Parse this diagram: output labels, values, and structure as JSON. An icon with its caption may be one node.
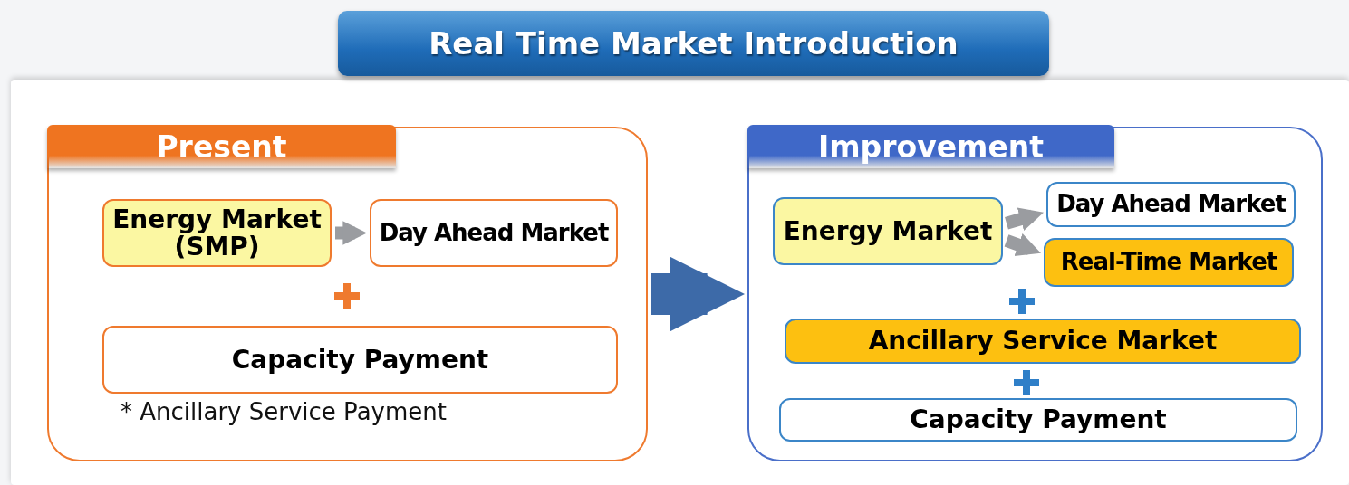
{
  "diagram": {
    "title": "Real Time Market Introduction",
    "nodes": [
      {
        "text": [
          "Present"
        ]
      },
      {
        "text": [
          "Energy Market (SMP)"
        ],
        "in": 0
      },
      {
        "text": [
          "Day Ahead Market"
        ],
        "in": 0
      },
      {
        "text": [
          "Capacity Payment"
        ],
        "in": 0
      },
      {
        "text": [
          "Improvement"
        ]
      },
      {
        "text": [
          "Energy Market"
        ],
        "in": 4
      },
      {
        "text": [
          "Day Ahead Market"
        ],
        "in": 4
      },
      {
        "text": [
          "Real-Time Market"
        ],
        "in": 4
      },
      {
        "text": [
          "Ancillary Service Market"
        ],
        "in": 4
      },
      {
        "text": [
          "Capacity Payment"
        ],
        "in": 4
      }
    ],
    "edges": [
      {
        "from": 1,
        "to": 2,
        "arrow": "to"
      },
      {
        "from": 0,
        "to": 4,
        "arrow": "to",
        "style": "thick",
        "color": "#3d6aa8"
      },
      {
        "from": 5,
        "to": 6,
        "arrow": "to"
      },
      {
        "from": 5,
        "to": 7,
        "arrow": "to"
      }
    ],
    "labels": [
      "* Ancillary Service Payment"
    ]
  }
}
